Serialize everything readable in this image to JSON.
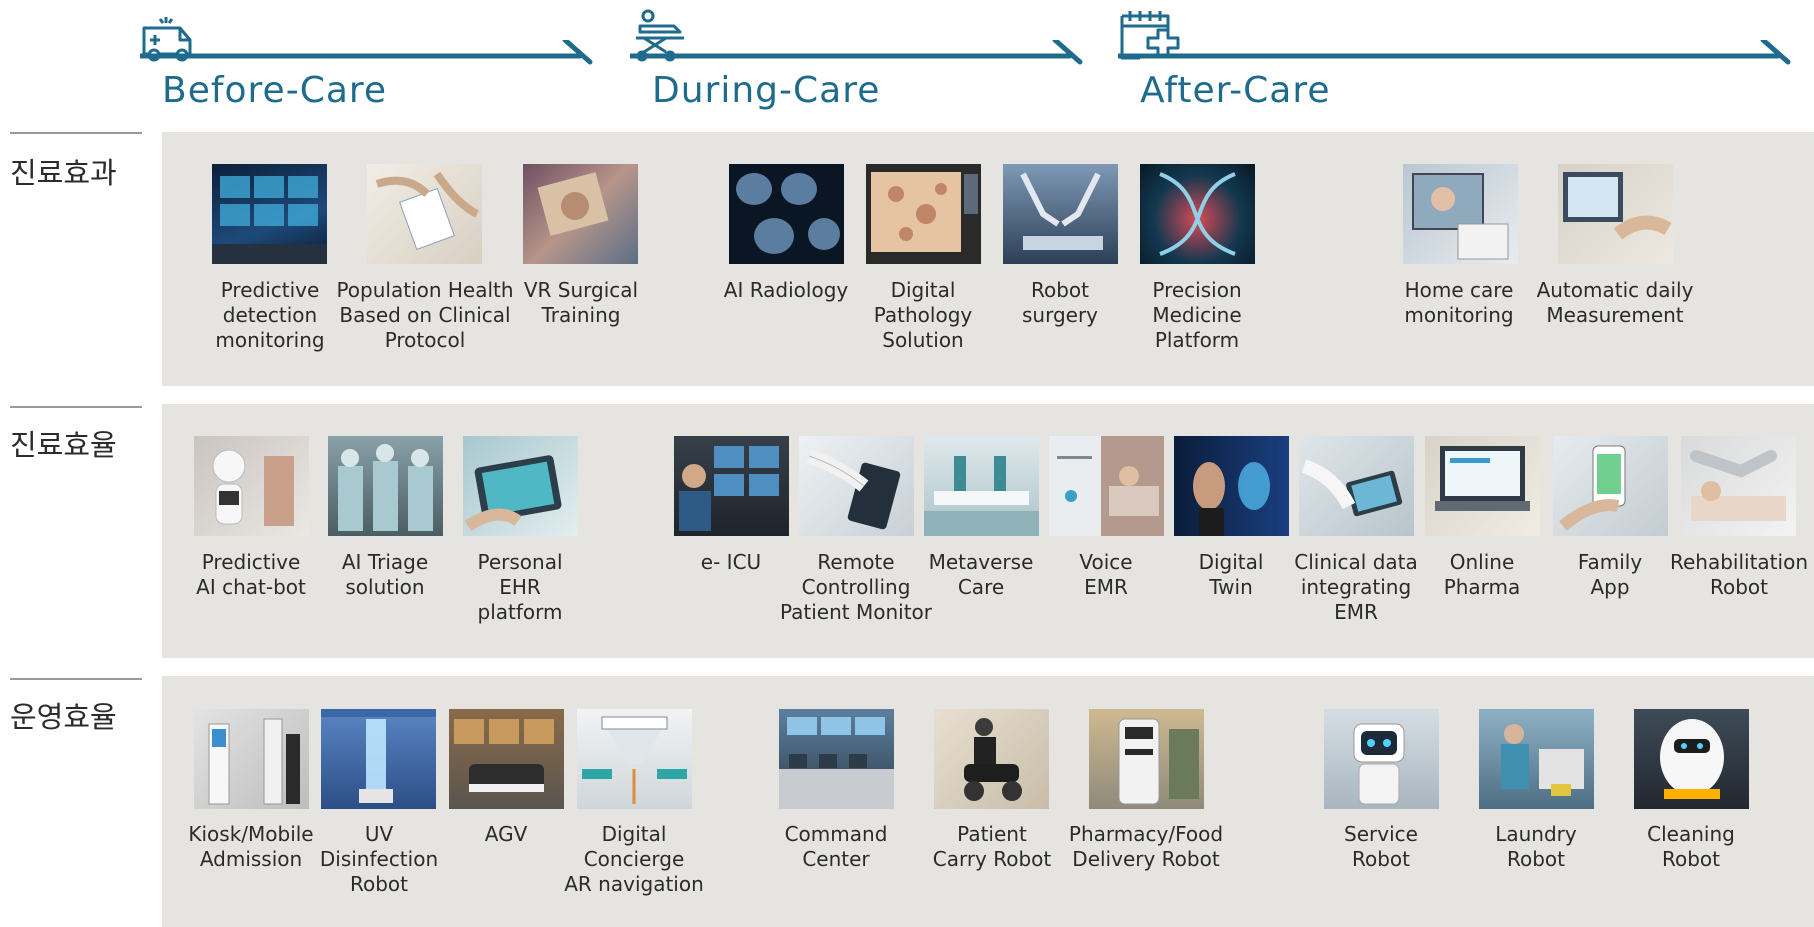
{
  "phases": [
    {
      "title": "Before-Care",
      "icon": "ambulance-icon"
    },
    {
      "title": "During-Care",
      "icon": "hospital-bed-icon"
    },
    {
      "title": "After-Care",
      "icon": "calendar-plus-icon"
    }
  ],
  "rows": [
    {
      "label": "진료효과",
      "items": [
        {
          "caption": "Predictive\ndetection\nmonitoring",
          "image": "monitoring-screens-image"
        },
        {
          "caption": "Population Health\nBased on Clinical\nProtocol",
          "image": "clinical-documents-image"
        },
        {
          "caption": "VR Surgical\nTraining",
          "image": "vr-surgery-image"
        },
        {
          "caption": "AI Radiology",
          "image": "brain-scan-image"
        },
        {
          "caption": "Digital\nPathology\nSolution",
          "image": "pathology-slide-image"
        },
        {
          "caption": "Robot\nsurgery",
          "image": "surgical-robot-image"
        },
        {
          "caption": "Precision\nMedicine\nPlatform",
          "image": "dna-helix-image"
        },
        {
          "caption": "Home care\nmonitoring",
          "image": "video-call-image"
        },
        {
          "caption": "Automatic daily\nMeasurement",
          "image": "health-measurement-image"
        }
      ]
    },
    {
      "label": "진료효율",
      "items": [
        {
          "caption": "Predictive\nAI chat-bot",
          "image": "robot-chatbot-image"
        },
        {
          "caption": "AI Triage\nsolution",
          "image": "medical-staff-image"
        },
        {
          "caption": "Personal\nEHR\nplatform",
          "image": "tablet-ehr-image"
        },
        {
          "caption": "e- ICU",
          "image": "icu-control-image"
        },
        {
          "caption": "Remote\nControlling\nPatient Monitor",
          "image": "remote-tablet-image"
        },
        {
          "caption": "Metaverse\nCare",
          "image": "virtual-ward-image"
        },
        {
          "caption": "Voice\nEMR",
          "image": "voice-emr-image"
        },
        {
          "caption": "Digital\nTwin",
          "image": "digital-twin-image"
        },
        {
          "caption": "Clinical data\nintegrating\nEMR",
          "image": "clinical-data-image"
        },
        {
          "caption": "Online\nPharma",
          "image": "online-pharmacy-image"
        },
        {
          "caption": "Family\nApp",
          "image": "mobile-app-image"
        },
        {
          "caption": "Rehabilitation\nRobot",
          "image": "rehab-robot-image"
        }
      ]
    },
    {
      "label": "운영효율",
      "items": [
        {
          "caption": "Kiosk/Mobile\nAdmission",
          "image": "kiosk-image"
        },
        {
          "caption": "UV\nDisinfection\nRobot",
          "image": "uv-robot-image"
        },
        {
          "caption": "AGV",
          "image": "agv-image"
        },
        {
          "caption": "Digital\nConcierge\nAR navigation",
          "image": "ar-hallway-image"
        },
        {
          "caption": "Command\nCenter",
          "image": "command-center-image"
        },
        {
          "caption": "Patient\nCarry Robot",
          "image": "wheelchair-robot-image"
        },
        {
          "caption": "Pharmacy/Food\nDelivery Robot",
          "image": "delivery-robot-image"
        },
        {
          "caption": "Service\nRobot",
          "image": "service-robot-image"
        },
        {
          "caption": "Laundry\nRobot",
          "image": "laundry-robot-image"
        },
        {
          "caption": "Cleaning\nRobot",
          "image": "cleaning-robot-image"
        }
      ]
    }
  ],
  "colors": {
    "accent": "#1f6b8d",
    "band": "#e5e4e1"
  }
}
